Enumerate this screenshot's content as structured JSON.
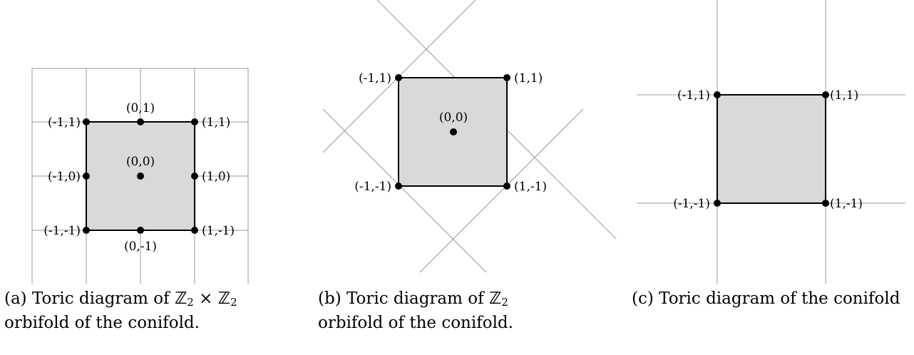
{
  "panels": [
    {
      "id": "a",
      "points": [
        {
          "label": "(-1,1)"
        },
        {
          "label": "(0,1)"
        },
        {
          "label": "(1,1)"
        },
        {
          "label": "(-1,0)"
        },
        {
          "label": "(0,0)"
        },
        {
          "label": "(1,0)"
        },
        {
          "label": "(-1,-1)"
        },
        {
          "label": "(0,-1)"
        },
        {
          "label": "(1,-1)"
        }
      ],
      "caption": {
        "prefix": "(a) Toric diagram of ",
        "group_left": "ℤ",
        "group_left_sub": "2",
        "times": " × ",
        "group_right": "ℤ",
        "group_right_sub": "2",
        "suffix": " orbifold of the conifold."
      }
    },
    {
      "id": "b",
      "points": [
        {
          "label": "(-1,1)"
        },
        {
          "label": "(1,1)"
        },
        {
          "label": "(0,0)"
        },
        {
          "label": "(-1,-1)"
        },
        {
          "label": "(1,-1)"
        }
      ],
      "caption": {
        "prefix": "(b) Toric diagram of ",
        "group": "ℤ",
        "group_sub": "2",
        "suffix": " orbifold of the conifold."
      }
    },
    {
      "id": "c",
      "points": [
        {
          "label": "(-1,1)"
        },
        {
          "label": "(1,1)"
        },
        {
          "label": "(-1,-1)"
        },
        {
          "label": "(1,-1)"
        }
      ],
      "caption": {
        "text": "(c) Toric diagram of the conifold"
      }
    }
  ],
  "colors": {
    "fill": "#d9d9d9",
    "grid": "#999999",
    "edge": "#000000",
    "point": "#000000"
  }
}
